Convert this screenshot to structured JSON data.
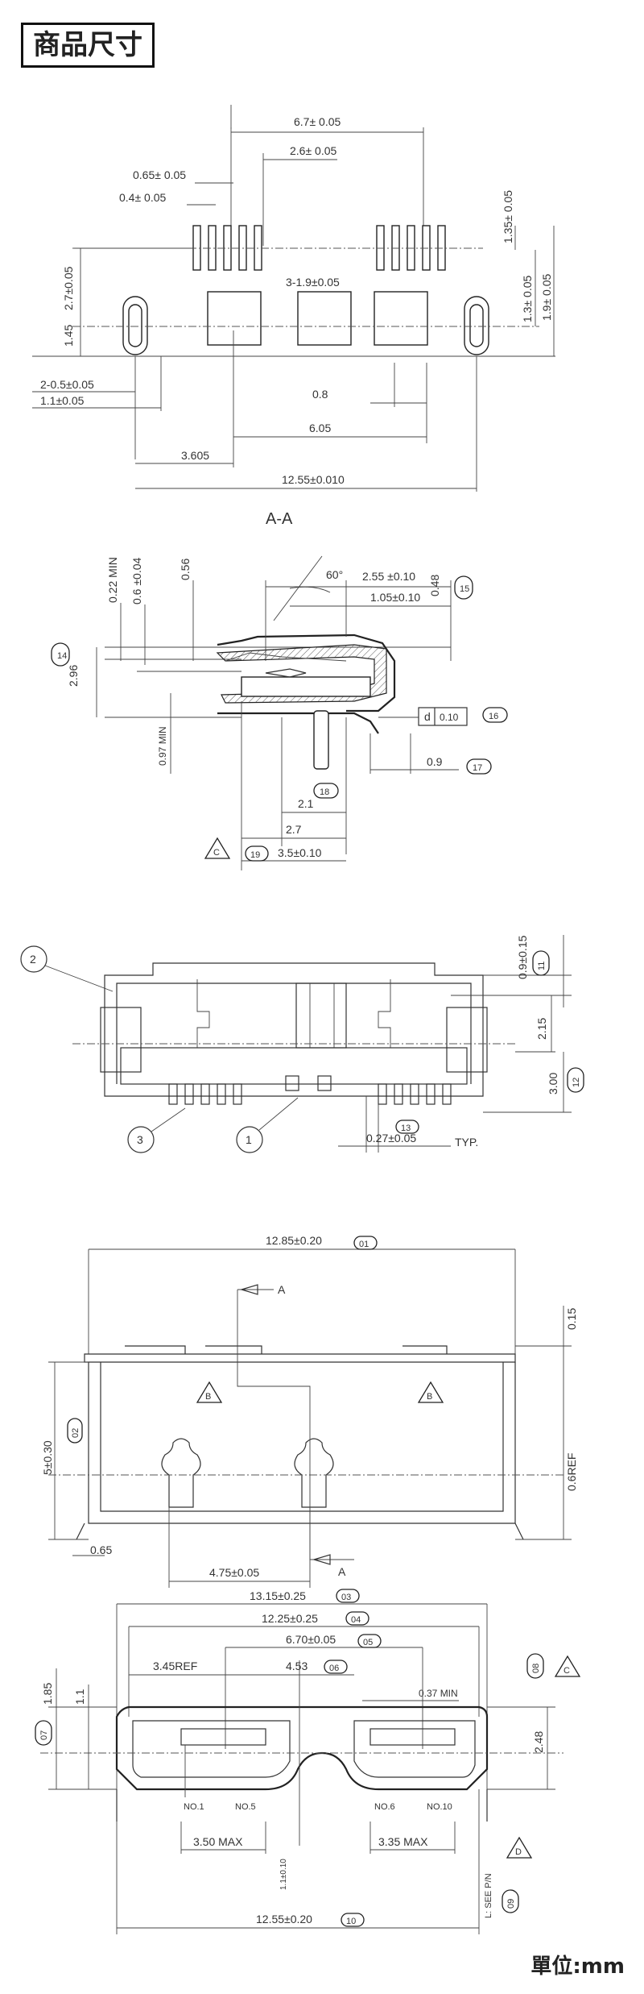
{
  "header": {
    "title": "商品尺寸"
  },
  "footer": {
    "unit": "單位:mm"
  },
  "view1": {
    "dim_top": "6.7± 0.05",
    "dim_a": "2.6± 0.05",
    "dim_b": "0.65± 0.05",
    "dim_c": "0.4± 0.05",
    "dim_pitch3": "3-1.9±0.05",
    "dim_left_v": "2.7±0.05",
    "dim_left_v2": "1.45",
    "dim_r1": "1.35± 0.05",
    "dim_r2": "1.3± 0.05",
    "dim_r3": "1.9± 0.05",
    "dim_slot": "2-0.5±0.05",
    "dim_slot2": "1.1±0.05",
    "dim_08": "0.8",
    "dim_605": "6.05",
    "dim_3605": "3.605",
    "dim_total": "12.55±0.010"
  },
  "view2": {
    "section": "A-A",
    "d_022": "0.22 MIN",
    "d_06": "0.6 ±0.04",
    "d_056": "0.56",
    "d_60": "60°",
    "d_255": "2.55 ±0.10",
    "d_105": "1.05±0.10",
    "d_048": "0.48",
    "d_296": "2.96",
    "d_097": "0.97 MIN",
    "d_d": "d",
    "d_010": "0.10",
    "d_09": "0.9",
    "d_21": "2.1",
    "d_27": "2.7",
    "d_35": "3.5±0.10",
    "t14": "14",
    "t15": "15",
    "t16": "16",
    "t17": "17",
    "t18": "18",
    "t19": "19",
    "tri_c": "C"
  },
  "view3": {
    "n2": "2",
    "n3": "3",
    "n1": "1",
    "d_09": "0.9±0.15",
    "d_215": "2.15",
    "d_300": "3.00",
    "d_027": "0.27±0.05",
    "typ": "TYP.",
    "t11": "11",
    "t12": "12",
    "t13": "13"
  },
  "view4": {
    "d_1285": "12.85±0.20",
    "t01": "01",
    "a1": "A",
    "a2": "A",
    "b1": "B",
    "b2": "B",
    "d_015": "0.15",
    "d_5": "5±0.30",
    "t02": "02",
    "d_06ref": "0.6REF",
    "d_065": "0.65",
    "d_475": "4.75±0.05"
  },
  "view5": {
    "d_1315": "13.15±0.25",
    "t03": "03",
    "d_1225": "12.25±0.25",
    "t04": "04",
    "d_670": "6.70±0.05",
    "t05": "05",
    "d_345": "3.45REF",
    "d_453": "4.53",
    "t06": "06",
    "d_037": "0.37 MIN",
    "d_185": "1.85",
    "d_11": "1.1",
    "t07": "07",
    "d_248": "2.48",
    "t08": "08",
    "tri_c": "C",
    "no1": "NO.1",
    "no5": "NO.5",
    "no6": "NO.6",
    "no10": "NO.10",
    "d_350": "3.50 MAX",
    "d_335": "3.35 MAX",
    "d_11v": "1.1±0.10",
    "tri_d": "D",
    "seepn": "L: SEE P/N",
    "t09": "09",
    "d_1255": "12.55±0.20",
    "t10": "10"
  }
}
